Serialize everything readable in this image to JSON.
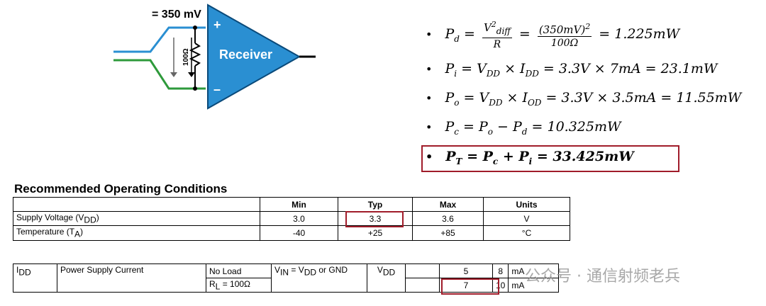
{
  "diagram": {
    "voltage_label": "= 350 mV",
    "plus_sign": "+",
    "minus_sign": "–",
    "resistor_label": "100Ω",
    "receiver_label": "Receiver",
    "colors": {
      "triangle": "#2a8fd2",
      "line_blue": "#2a8fd2",
      "line_green": "#2e9a3b",
      "arrow": "#000000"
    }
  },
  "equations": [
    {
      "lhs": "P",
      "lhs_sub": "d",
      "frac1_num_base": "V",
      "frac1_num_sub": "diff",
      "frac1_num_sup": "2",
      "frac1_den": "R",
      "frac2_num": "(350mV)",
      "frac2_num_sup": "2",
      "frac2_den": "100Ω",
      "result": "= 1.225mW"
    },
    {
      "text": "P",
      "sub": "i",
      "rest_a": " = V",
      "sub_a": "DD",
      "rest_b": " × I",
      "sub_b": "DD",
      "rest_c": " = 3.3V × 7mA = 23.1mW"
    },
    {
      "text": "P",
      "sub": "o",
      "rest_a": " = V",
      "sub_a": "DD",
      "rest_b": " × I",
      "sub_b": "OD",
      "rest_c": " = 3.3V × 3.5mA = 11.55mW"
    },
    {
      "text": "P",
      "sub": "c",
      "rest_a": " = P",
      "sub_a": "o",
      "rest_b": " − P",
      "sub_b": "d",
      "rest_c": " = 10.325mW"
    },
    {
      "text": "P",
      "sub": "T",
      "rest_a": " = P",
      "sub_a": "c",
      "rest_b": " + P",
      "sub_b": "i",
      "rest_c": " = 33.425mW"
    }
  ],
  "bullet": "•",
  "roc": {
    "title": "Recommended Operating Conditions",
    "headers": [
      "",
      "Min",
      "Typ",
      "Max",
      "Units"
    ],
    "rows": [
      {
        "param": "Supply Voltage (V",
        "param_sub": "DD",
        "param_end": ")",
        "min": "3.0",
        "typ": "3.3",
        "max": "3.6",
        "units": "V"
      },
      {
        "param": "Temperature (T",
        "param_sub": "A",
        "param_end": ")",
        "min": "-40",
        "typ": "+25",
        "max": "+85",
        "units": "°C"
      }
    ]
  },
  "idd": {
    "symbol": "I",
    "symbol_sub": "DD",
    "name": "Power Supply Current",
    "cond1": "No Load",
    "cond2": "R",
    "cond2_sub": "L",
    "cond2_end": " = 100Ω",
    "vin": "V",
    "vin_sub": "IN",
    "vin_mid": " = V",
    "vin_sub2": "DD",
    "vin_end": " or GND",
    "vdd": "V",
    "vdd_sub": "DD",
    "row1": {
      "typ": "5",
      "max": "8",
      "units": "mA"
    },
    "row2": {
      "typ": "7",
      "max": "10",
      "units": "mA"
    }
  },
  "watermark": "公众号 · 通信射频老兵",
  "accent": "#a01c2a"
}
